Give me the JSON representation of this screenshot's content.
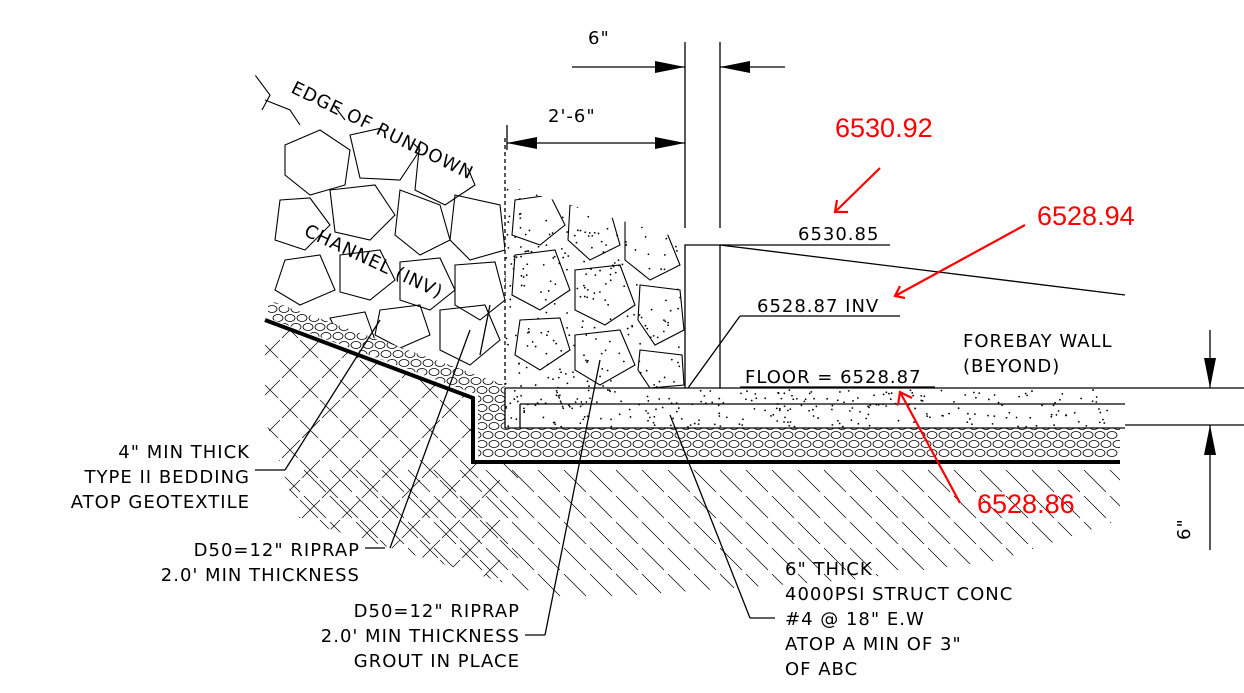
{
  "dimensions": {
    "wall_thickness": "6\"",
    "offset": "2'-6\"",
    "slab_thickness": "6\""
  },
  "elevations": {
    "top_of_wall": "6530.85",
    "invert": "6528.87 INV",
    "floor": "FLOOR = 6528.87"
  },
  "revised_elevations": {
    "top_of_wall": "6530.92",
    "invert": "6528.94",
    "floor": "6528.86"
  },
  "labels": {
    "edge_of_rundown": "EDGE OF RUNDOWN",
    "channel_inv": "CHANNEL (INV)",
    "forebay_wall_line1": "FOREBAY WALL",
    "forebay_wall_line2": "(BEYOND)"
  },
  "notes": {
    "bedding": [
      "4\" MIN THICK",
      "TYPE II BEDDING",
      "ATOP GEOTEXTILE"
    ],
    "riprap": [
      "D50=12\" RIPRAP",
      "2.0' MIN THICKNESS"
    ],
    "grouted_riprap": [
      "D50=12\" RIPRAP",
      "2.0' MIN THICKNESS",
      "GROUT IN PLACE"
    ],
    "concrete": [
      "6\" THICK",
      "4000PSI STRUCT CONC",
      "#4 @ 18\" E.W",
      "ATOP A MIN OF 3\"",
      "OF ABC"
    ]
  },
  "colors": {
    "markup": "#ff0000",
    "linework": "#000000"
  }
}
